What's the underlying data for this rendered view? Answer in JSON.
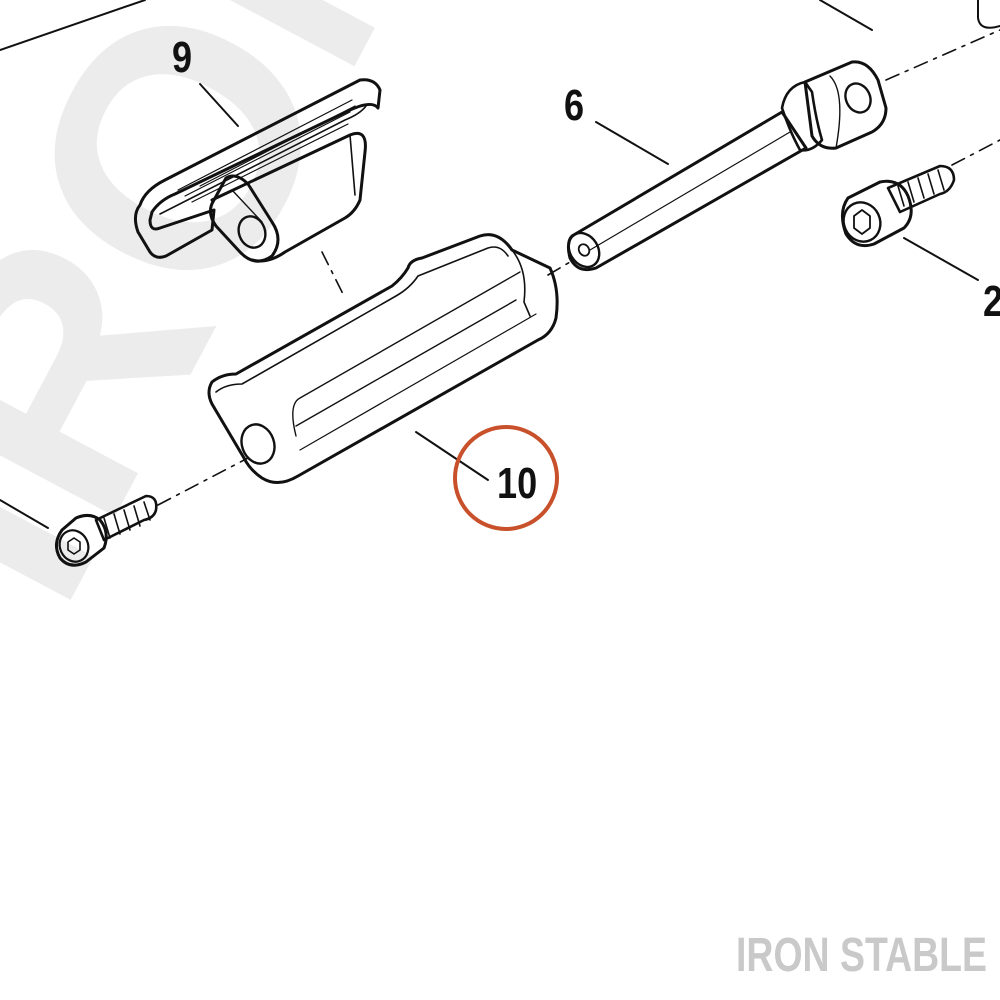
{
  "callouts": {
    "part_9": "9",
    "part_6": "6",
    "part_2": "2",
    "part_10": "10"
  },
  "highlight": {
    "target": "10",
    "color": "#c8502a"
  },
  "watermark": {
    "text": "IRON STABLE",
    "color": "#ececec"
  },
  "branding": {
    "text": "IRON STABLE",
    "color": "#c9c9c9"
  },
  "colors": {
    "line": "#111111",
    "background": "#ffffff"
  }
}
